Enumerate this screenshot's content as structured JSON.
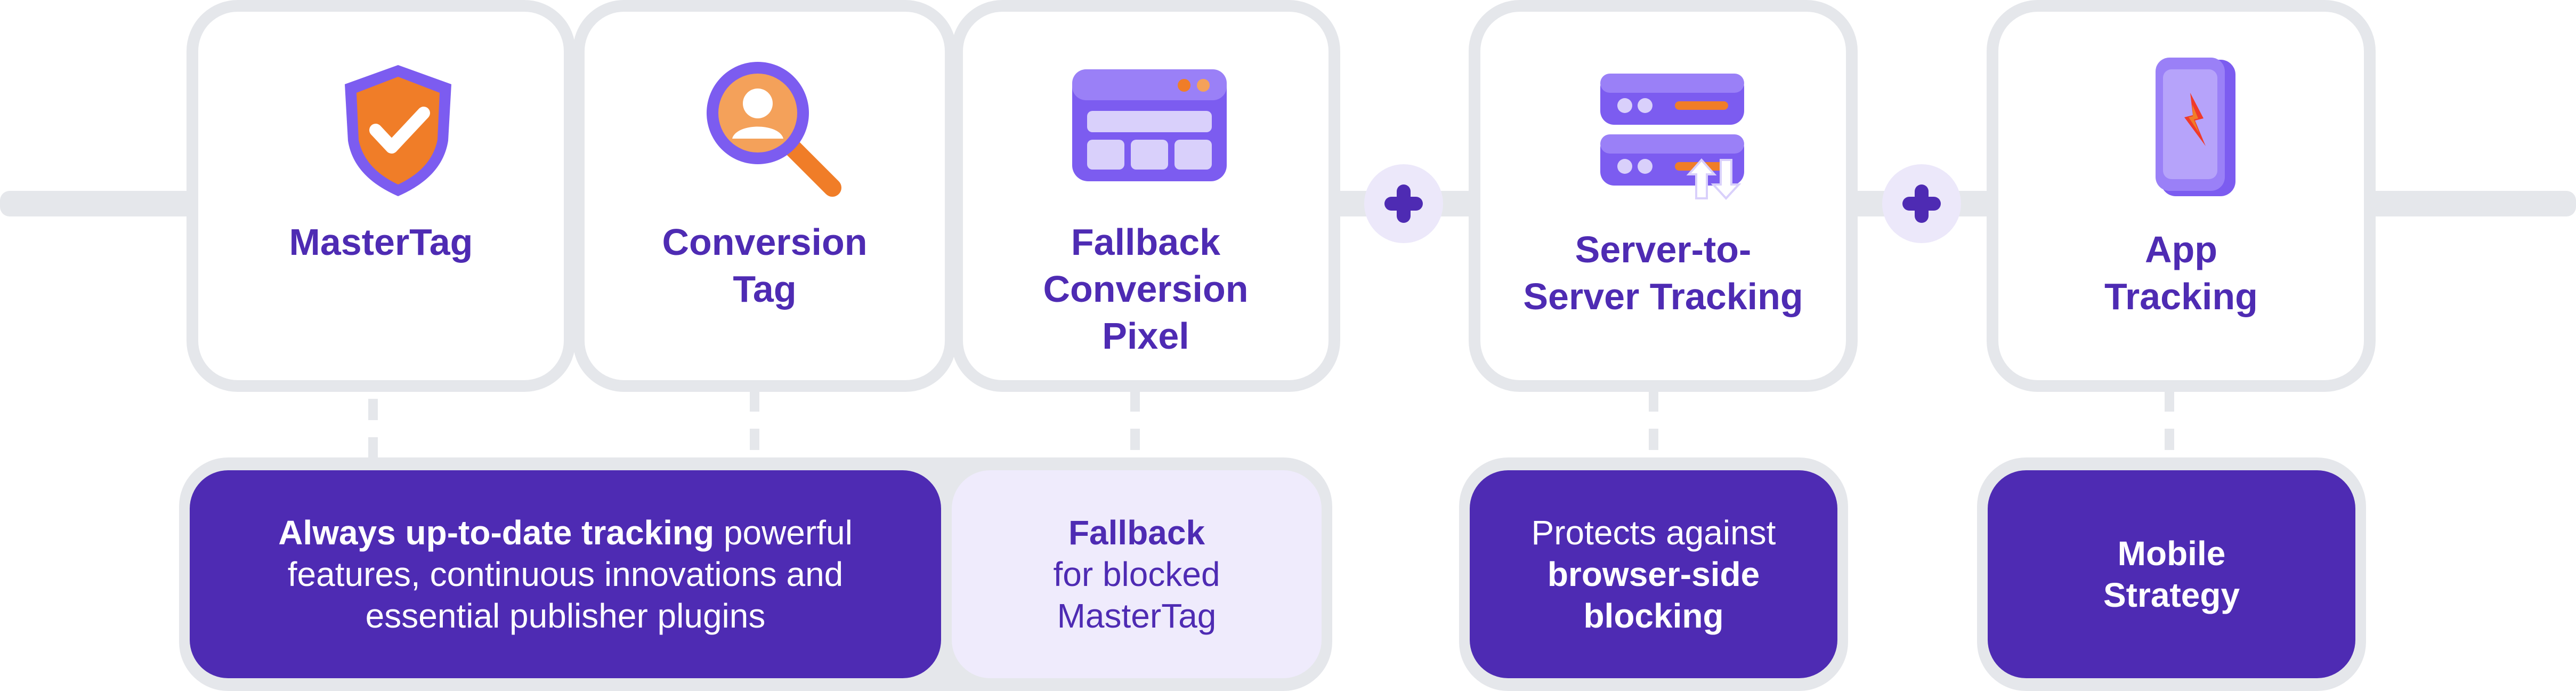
{
  "colors": {
    "brand": "#4e2bb3",
    "track": "#e5e7eb",
    "light_fill": "#efebfc",
    "icon_orange": "#f07d28"
  },
  "cards": [
    {
      "icon": "shield-check-icon",
      "lines": [
        "MasterTag"
      ]
    },
    {
      "icon": "user-search-icon",
      "lines": [
        "Conversion",
        "Tag"
      ]
    },
    {
      "icon": "browser-window-icon",
      "lines": [
        "Fallback",
        "Conversion",
        "Pixel"
      ]
    },
    {
      "icon": "server-stack-icon",
      "lines": [
        "Server-to-",
        "Server Tracking"
      ]
    },
    {
      "icon": "mobile-phone-icon",
      "lines": [
        "App",
        "Tracking"
      ]
    }
  ],
  "connectors": [
    "plus-icon",
    "plus-icon"
  ],
  "boxes": {
    "always": {
      "line1_bold": "Always up-to-date tracking",
      "line1_rest": " powerful",
      "line2": "features, continuous innovations and",
      "line3": "essential publisher plugins"
    },
    "fallback": {
      "line1_bold": "Fallback",
      "line2": "for blocked",
      "line3": "MasterTag"
    },
    "protects": {
      "line1": "Protects against",
      "line2_bold": "browser-side",
      "line3_bold": "blocking"
    },
    "mobile": {
      "line1_bold": "Mobile",
      "line2_bold": "Strategy"
    }
  }
}
